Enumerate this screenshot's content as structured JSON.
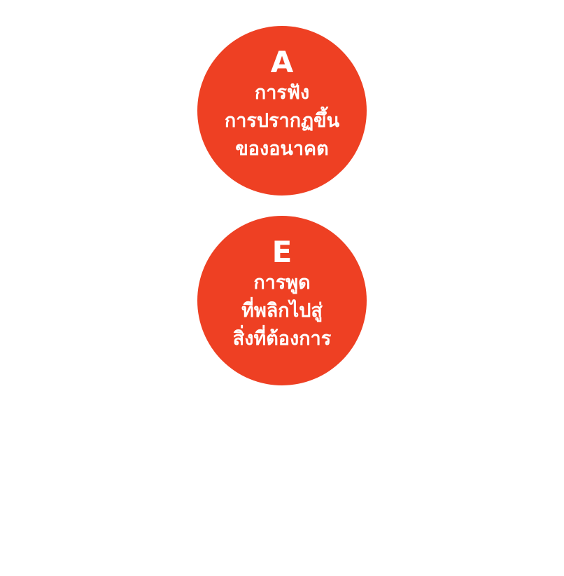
{
  "colors": {
    "circle_fill": "#ee4023",
    "text": "#ffffff",
    "background": "#ffffff"
  },
  "circles": [
    {
      "letter": "A",
      "lines": [
        "การฟัง",
        "การปรากฏขึ้น",
        "ของอนาคต"
      ]
    },
    {
      "letter": "E",
      "lines": [
        "การพูด",
        "ที่พลิกไปสู่",
        "สิ่งที่ต้องการ"
      ]
    }
  ]
}
